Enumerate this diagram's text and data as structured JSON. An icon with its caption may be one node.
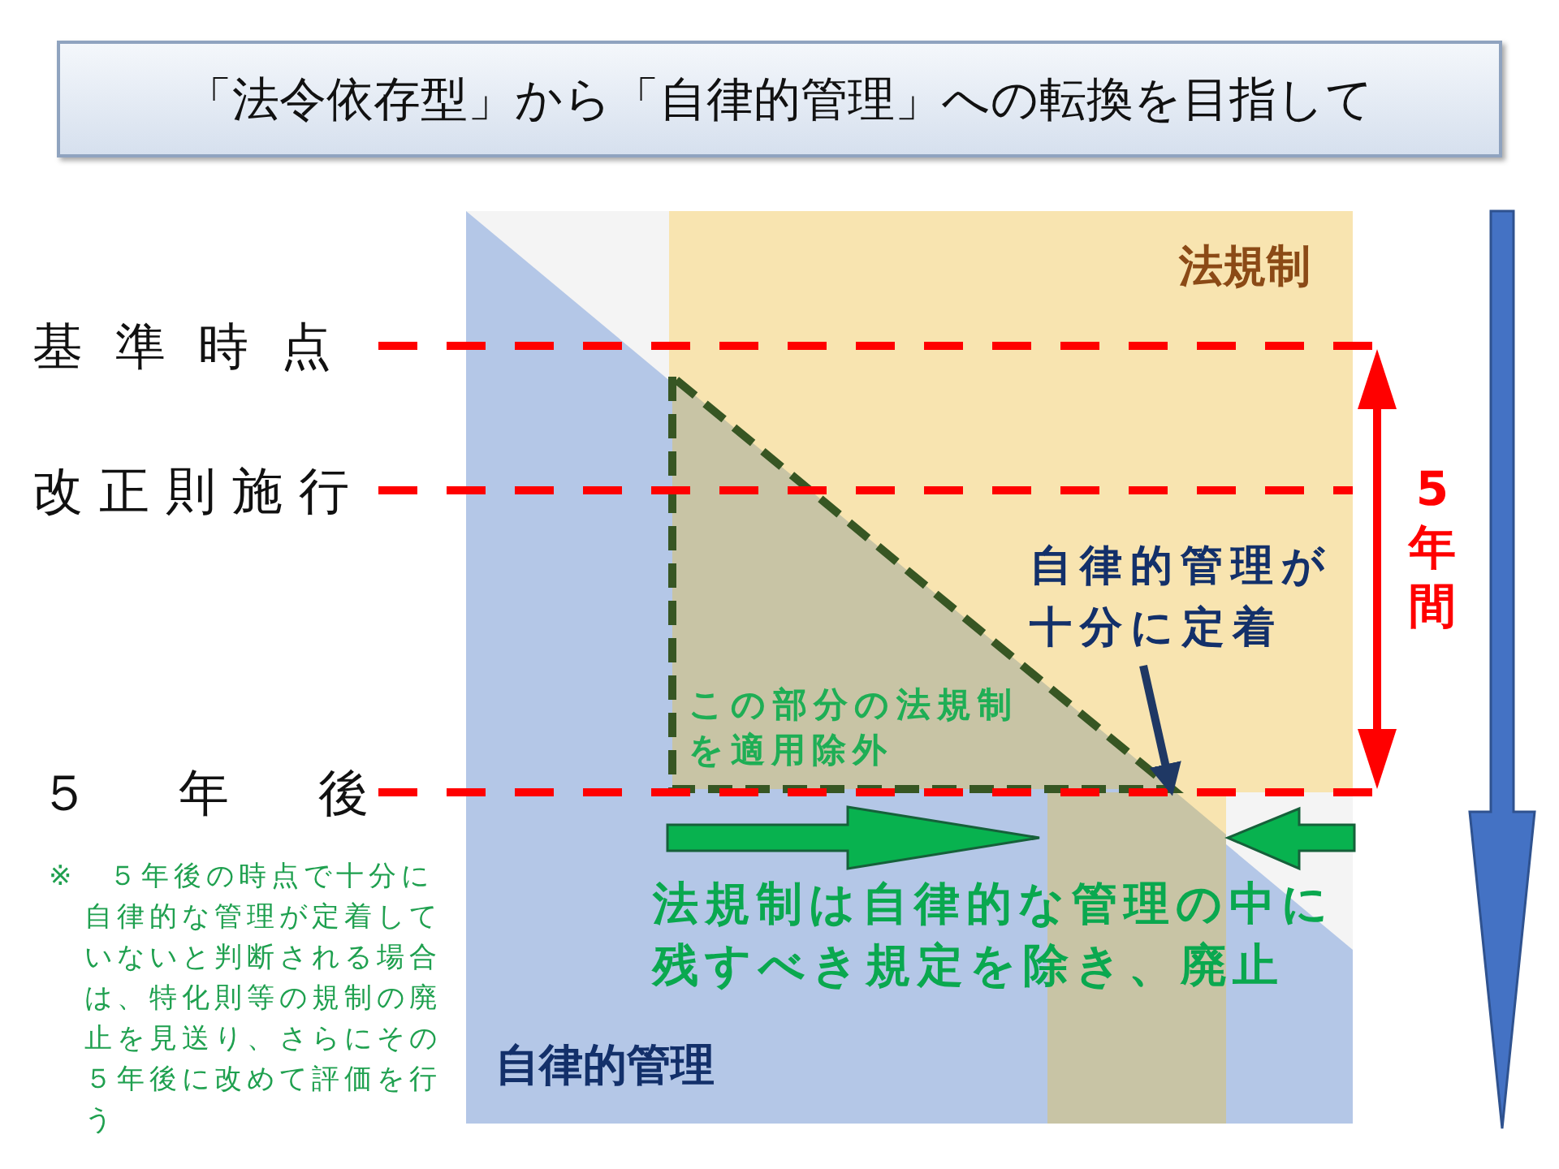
{
  "diagram": {
    "nodes": [
      {
        "text": [
          "「法令依存型」から「自律的管理」への転換を目指して"
        ]
      },
      {
        "text": [
          "法規制"
        ]
      },
      {
        "text": [
          "自律的管理"
        ]
      },
      {
        "text": [
          "この部分の法規制を適用除外"
        ],
        "in": 1
      },
      {
        "text": [
          "自律的管理が十分に定着"
        ],
        "in": 1
      }
    ],
    "edges": [
      {
        "from": 4,
        "to": 3,
        "arrow": "to"
      }
    ],
    "labels": [
      "基準時点",
      "改正則施行",
      "５年後",
      "5年間",
      "法規制は自律的な管理の中に残すべき規定を除き、廃止",
      "※　５年後の時点で十分に自律的な管理が定着していないと判断される場合は、特化則等の規制の廃止を見送り、さらにその５年後に改めて評価を行う"
    ]
  }
}
